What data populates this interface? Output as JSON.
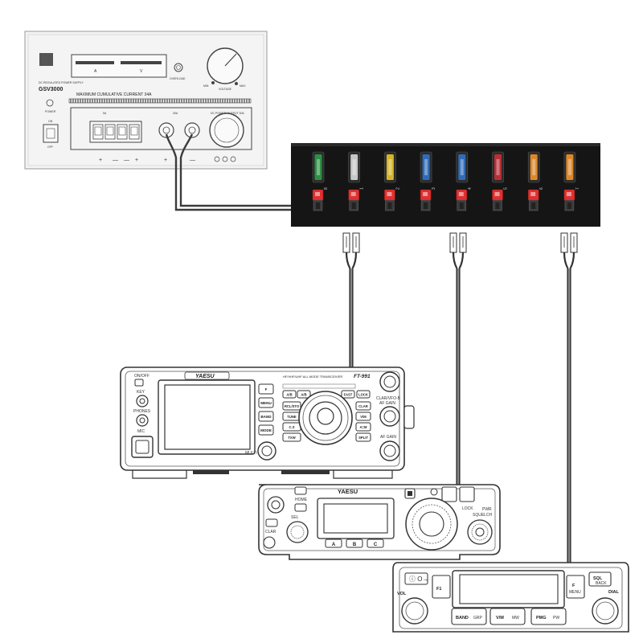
{
  "power_supply": {
    "model": "GSV3000",
    "tiny_caption": "DC REGULATED POWER SUPPLY",
    "banner": "MAXIMUM CUMULATIVE CURRENT 34A",
    "meter_a_label": "A",
    "meter_v_label": "V",
    "overload_label": "OVERLOAD",
    "min_label": "MIN",
    "max_label": "MAX",
    "voltage_label": "VOLTAGE",
    "power_on_label": "POWER",
    "on_label": "ON",
    "off_label": "OFF",
    "terminal_block_label": "5A",
    "binding_post_label": "30A",
    "output_label": "DC POWER OUTPUT 30A",
    "plus": "+",
    "minus": "—"
  },
  "fuse_box": {
    "side_label": "",
    "channels": [
      {
        "number": "8",
        "fuse_color": "#2e9a47"
      },
      {
        "number": "1",
        "fuse_color": "#d8d8d8"
      },
      {
        "number": "2",
        "fuse_color": "#e8c32a"
      },
      {
        "number": "3",
        "fuse_color": "#2f73c9"
      },
      {
        "number": "4",
        "fuse_color": "#2f73c9"
      },
      {
        "number": "5",
        "fuse_color": "#c8303a"
      },
      {
        "number": "6",
        "fuse_color": "#f0922a"
      },
      {
        "number": "7",
        "fuse_color": "#f0922a"
      }
    ],
    "accent_color": "#e03030",
    "body_color": "#151515"
  },
  "radio1": {
    "brand": "YAESU",
    "banner": "HF/VHF/UHF ALL MODE TRANSCEIVER",
    "model": "FT-991",
    "on_off": "ON/OFF",
    "key": "KEY",
    "phones": "PHONES",
    "mic": "MIC",
    "multi": "MULTI",
    "clar_vfo_b": "CLAR/VFO-B",
    "af_gain": "AF GAIN",
    "rf_sql": "AF GAIN",
    "left_buttons": [
      "F",
      "MENU",
      "BAND",
      "MODE"
    ],
    "mid_buttons": [
      "A/B",
      "A/B",
      "RCL/STO",
      "TUNE",
      "C.S",
      "TXW"
    ],
    "right_buttons": [
      "FAST",
      "LOCK",
      "CLAR",
      "V/M",
      "A=M",
      "SPLIT"
    ]
  },
  "radio2": {
    "brand": "YAESU",
    "home": "HOME",
    "sel": "SEL",
    "clar": "CLAR",
    "lock": "LOCK",
    "pwr": "PWR",
    "squelch": "SQUELCH",
    "abc": [
      "A",
      "B",
      "C"
    ]
  },
  "radio3": {
    "power": "ⓘ O→",
    "sql": "SQL",
    "back": "BACK",
    "vol": "VOL",
    "dial": "DIAL",
    "f1": "F1",
    "f_menu": "F",
    "menu": "MENU",
    "band_grp": "BAND",
    "grp": "GRP",
    "vm": "V/M",
    "mw": "MW",
    "pmg": "PMG",
    "pw": "PW"
  },
  "colors": {
    "line": "#333333",
    "cable": "#444444"
  }
}
